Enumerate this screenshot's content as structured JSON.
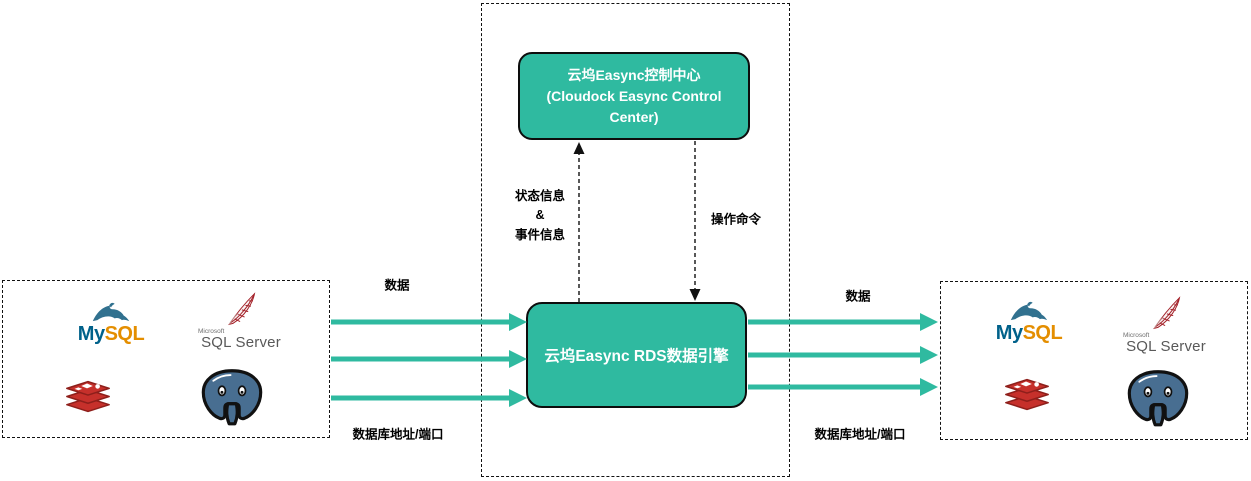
{
  "control_center": {
    "line1": "云坞Easync控制中心",
    "line2": "(Cloudock Easync Control Center)"
  },
  "engine": {
    "label": "云坞Easync RDS数据引擎"
  },
  "connectors": {
    "status": {
      "line1": "状态信息",
      "line2": "&",
      "line3": "事件信息"
    },
    "command": {
      "label": "操作命令"
    }
  },
  "left_flow": {
    "data_label": "数据",
    "address_label": "数据库地址/端口"
  },
  "right_flow": {
    "data_label": "数据",
    "address_label": "数据库地址/端口"
  },
  "logos": {
    "mysql": {
      "my": "My",
      "sql": "SQL"
    },
    "sqlserver": {
      "microsoft": "Microsoft",
      "name": "SQL Server"
    },
    "redis": {
      "icon": "redis-icon"
    },
    "postgresql": {
      "icon": "postgresql-elephant-icon"
    }
  },
  "colors": {
    "box_fill": "#2fbaa0",
    "box_border": "#0d0d0d",
    "arrow_teal": "#2fbaa0",
    "dashed_line": "#111111",
    "text_on_box": "#ffffff",
    "label_text": "#000000",
    "mysql_blue": "#00618a",
    "mysql_orange": "#e48e00",
    "sqlserver_gray": "#595959",
    "sqlserver_red": "#a32028",
    "redis_red": "#c6302b",
    "postgres_blue": "#486e91"
  }
}
